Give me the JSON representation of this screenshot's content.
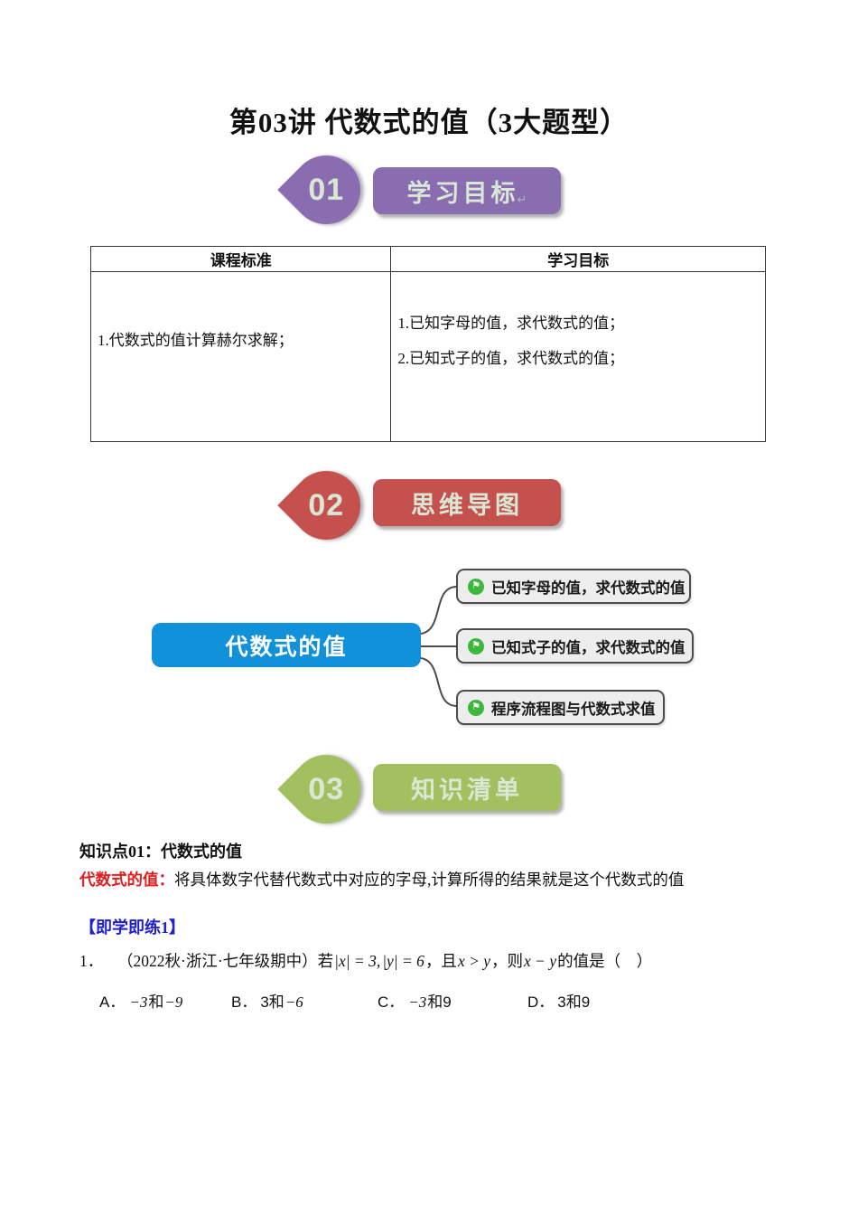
{
  "page": {
    "title": "第03讲 代数式的值（3大题型）"
  },
  "sections": [
    {
      "number": "01",
      "label": "学习目标",
      "color": "#8a6cb0",
      "return_mark": "↵"
    },
    {
      "number": "02",
      "label": "思维导图",
      "color": "#c5514f"
    },
    {
      "number": "03",
      "label": "知识清单",
      "color": "#a2c05f"
    }
  ],
  "table": {
    "headers": [
      "课程标准",
      "学习目标"
    ],
    "left_items": [
      "1.代数式的值计算赫尔求解；"
    ],
    "right_items": [
      "1.已知字母的值，求代数式的值；",
      "2.已知式子的值，求代数式的值；"
    ]
  },
  "mindmap": {
    "root": "代数式的值",
    "root_color": "#1191d9",
    "icon": "flag",
    "icon_color": "#3cb93c",
    "branches": [
      "已知字母的值，求代数式的值",
      "已知式子的值，求代数式的值",
      "程序流程图与代数式求值"
    ]
  },
  "knowledge": {
    "point_title": "知识点01：代数式的值",
    "term": "代数式的值：",
    "term_color": "#e21c1c",
    "definition": "将具体数字代替代数式中对应的字母,计算所得的结果就是这个代数式的值",
    "practice_label": "【即学即练1】",
    "practice_color": "#2020cf"
  },
  "exercise": {
    "number": "1．",
    "question_segments": [
      {
        "t": "（2022秋·浙江·七年级期中）若",
        "m": false
      },
      {
        "t": "|x| = 3,",
        "m": true
      },
      {
        "t": "|y| = 6",
        "m": true
      },
      {
        "t": "，且",
        "m": false
      },
      {
        "t": "x > y",
        "m": true
      },
      {
        "t": "，则",
        "m": false
      },
      {
        "t": "x − y",
        "m": true
      },
      {
        "t": "的值是（　）",
        "m": false
      }
    ],
    "options": [
      {
        "label": "A．",
        "segments": [
          {
            "t": "−3",
            "m": true
          },
          {
            "t": "和",
            "m": false
          },
          {
            "t": "−9",
            "m": true
          }
        ]
      },
      {
        "label": "B．",
        "segments": [
          {
            "t": "3和",
            "m": false
          },
          {
            "t": "−6",
            "m": true
          }
        ]
      },
      {
        "label": "C．",
        "segments": [
          {
            "t": "−3",
            "m": true
          },
          {
            "t": "和9",
            "m": false
          }
        ]
      },
      {
        "label": "D．",
        "segments": [
          {
            "t": "3和9",
            "m": false
          }
        ]
      }
    ]
  }
}
